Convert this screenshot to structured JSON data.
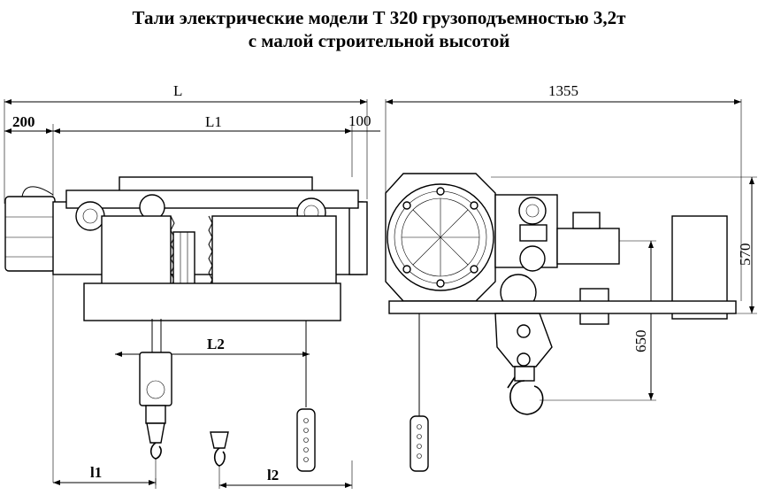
{
  "title": {
    "line1": "Тали электрические модели Т 320 грузоподъемностью 3,2т",
    "line2": "с малой строительной высотой"
  },
  "dimensions": {
    "L": "L",
    "L1": "L1",
    "L2": "L2",
    "l1": "l1",
    "l2": "l2",
    "d200": "200",
    "d100": "100",
    "d1355": "1355",
    "d570": "570",
    "d650": "650"
  }
}
